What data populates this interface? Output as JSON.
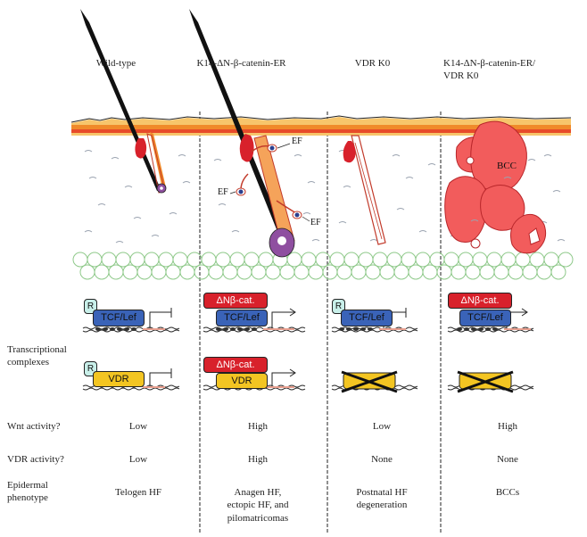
{
  "columns": [
    {
      "title": "Wild-type",
      "wnt": "Low",
      "vdr": "Low",
      "phenotype": "Telogen HF"
    },
    {
      "title": "K14-ΔN-β-catenin-ER",
      "wnt": "High",
      "vdr": "High",
      "phenotype": "Anagen HF,\nectopic HF, and\npilomatricomas"
    },
    {
      "title": "VDR K0",
      "wnt": "Low",
      "vdr": "None",
      "phenotype": "Postnatal HF\ndegeneration"
    },
    {
      "title": "K14-ΔN-β-catenin-ER/\nVDR K0",
      "wnt": "High",
      "vdr": "None",
      "phenotype": "BCCs"
    }
  ],
  "row_labels": {
    "transcriptional": "Transcriptional\ncomplexes",
    "wnt": "Wnt activity?",
    "vdr": "VDR activity?",
    "phenotype": "Epidermal\nphenotype"
  },
  "labels": {
    "ef": "EF",
    "bcc": "BCC",
    "r": "R",
    "tcf": "TCF/Lef",
    "vdr_box": "VDR",
    "bcat": "ΔNβ-cat."
  },
  "colors": {
    "skin_top": "#f08a2a",
    "skin_mid": "#f7c56b",
    "dermal_papilla": "#d8212b",
    "bulb": "#8f4fa0",
    "bcc": "#f25c5c",
    "tcf": "#3a63b8",
    "vdr": "#f3c522",
    "r_box": "#c8efe9",
    "fat_cells": "#8fc98a"
  }
}
